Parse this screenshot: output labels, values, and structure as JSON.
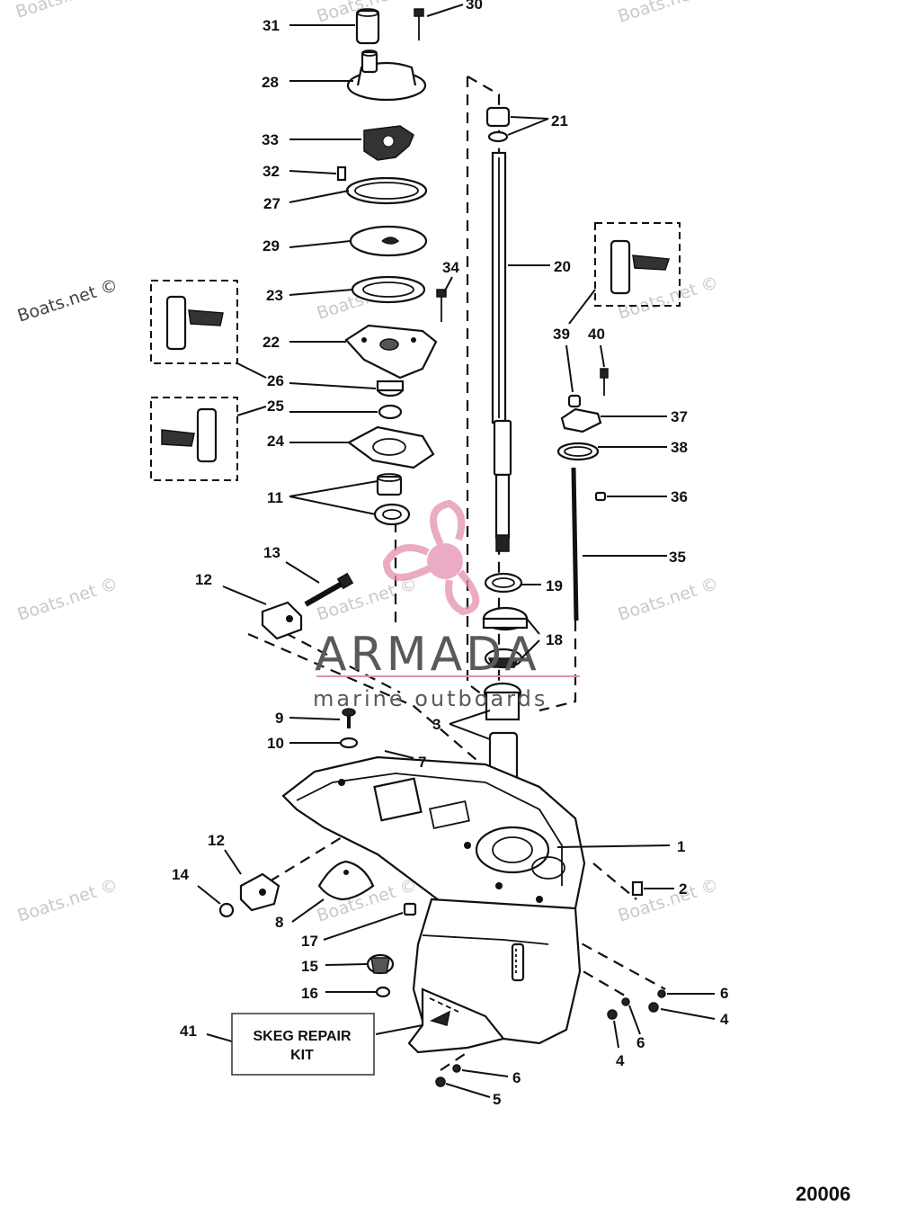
{
  "watermark_text": "Boats.net ©",
  "brand": {
    "name": "ARMADA",
    "tagline": "marine outboards",
    "accent_color": "#e58fb2"
  },
  "figure_number": "20006",
  "skeg_kit": {
    "label_line1": "SKEG REPAIR",
    "label_line2": "KIT"
  },
  "callouts": {
    "c30": "30",
    "c31": "31",
    "c28": "28",
    "c21": "21",
    "c33": "33",
    "c32": "32",
    "c27": "27",
    "c29": "29",
    "c20": "20",
    "c34": "34",
    "c23": "23",
    "c22": "22",
    "c26": "26",
    "c25": "25",
    "c24": "24",
    "c39": "39",
    "c40": "40",
    "c37": "37",
    "c38": "38",
    "c36": "36",
    "c11": "11",
    "c35": "35",
    "c13": "13",
    "c12a": "12",
    "c19": "19",
    "c18": "18",
    "c9": "9",
    "c10": "10",
    "c3": "3",
    "c7": "7",
    "c1": "1",
    "c12b": "12",
    "c14": "14",
    "c2": "2",
    "c8": "8",
    "c17": "17",
    "c15": "15",
    "c16": "16",
    "c6a": "6",
    "c4a": "4",
    "c6b": "6",
    "c4b": "4",
    "c41": "41",
    "c6c": "6",
    "c5": "5"
  }
}
